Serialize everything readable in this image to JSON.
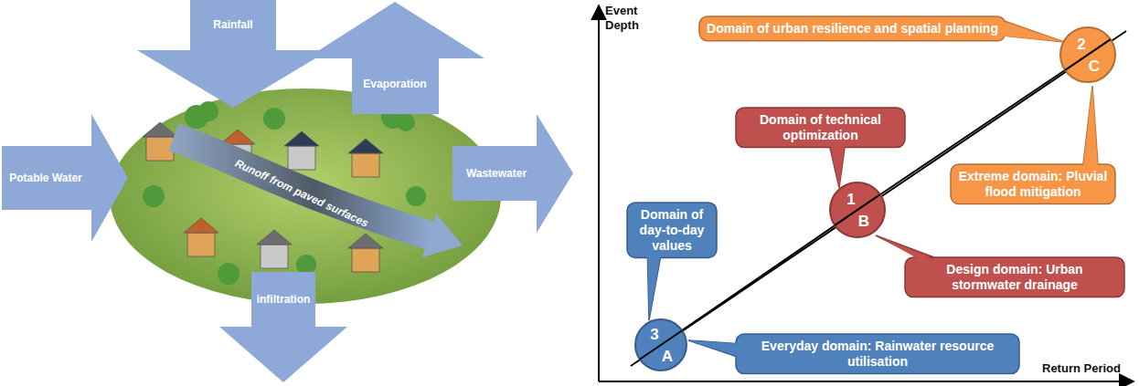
{
  "diagram": {
    "nodes": [
      {
        "text": [
          "Rainfall"
        ]
      },
      {
        "text": [
          "Evaporation"
        ]
      },
      {
        "text": [
          "Potable Water"
        ]
      },
      {
        "text": [
          "Wastewater"
        ]
      },
      {
        "text": [
          "infiltration"
        ]
      },
      {
        "text": [
          "Domain of urban resilience and spatial planning"
        ]
      },
      {
        "text": [
          "2",
          "C"
        ]
      },
      {
        "text": [
          "Domain of technical optimization"
        ]
      },
      {
        "text": [
          "1",
          "B"
        ]
      },
      {
        "text": [
          "Domain of day-to-day values"
        ]
      },
      {
        "text": [
          "Extreme domain: Pluvial flood mitigation"
        ]
      },
      {
        "text": [
          "Design domain: Urban stormwater drainage"
        ]
      },
      {
        "text": [
          "3",
          "A"
        ]
      },
      {
        "text": [
          "Everyday domain: Rainwater resource utilisation"
        ]
      }
    ],
    "edges": [
      {
        "from": 12,
        "to": 8,
        "arrow": "none"
      },
      {
        "from": 8,
        "to": 6,
        "arrow": "none"
      }
    ],
    "labels": [
      "Runoff from paved surfaces",
      "Event Depth",
      "Return Period"
    ]
  }
}
